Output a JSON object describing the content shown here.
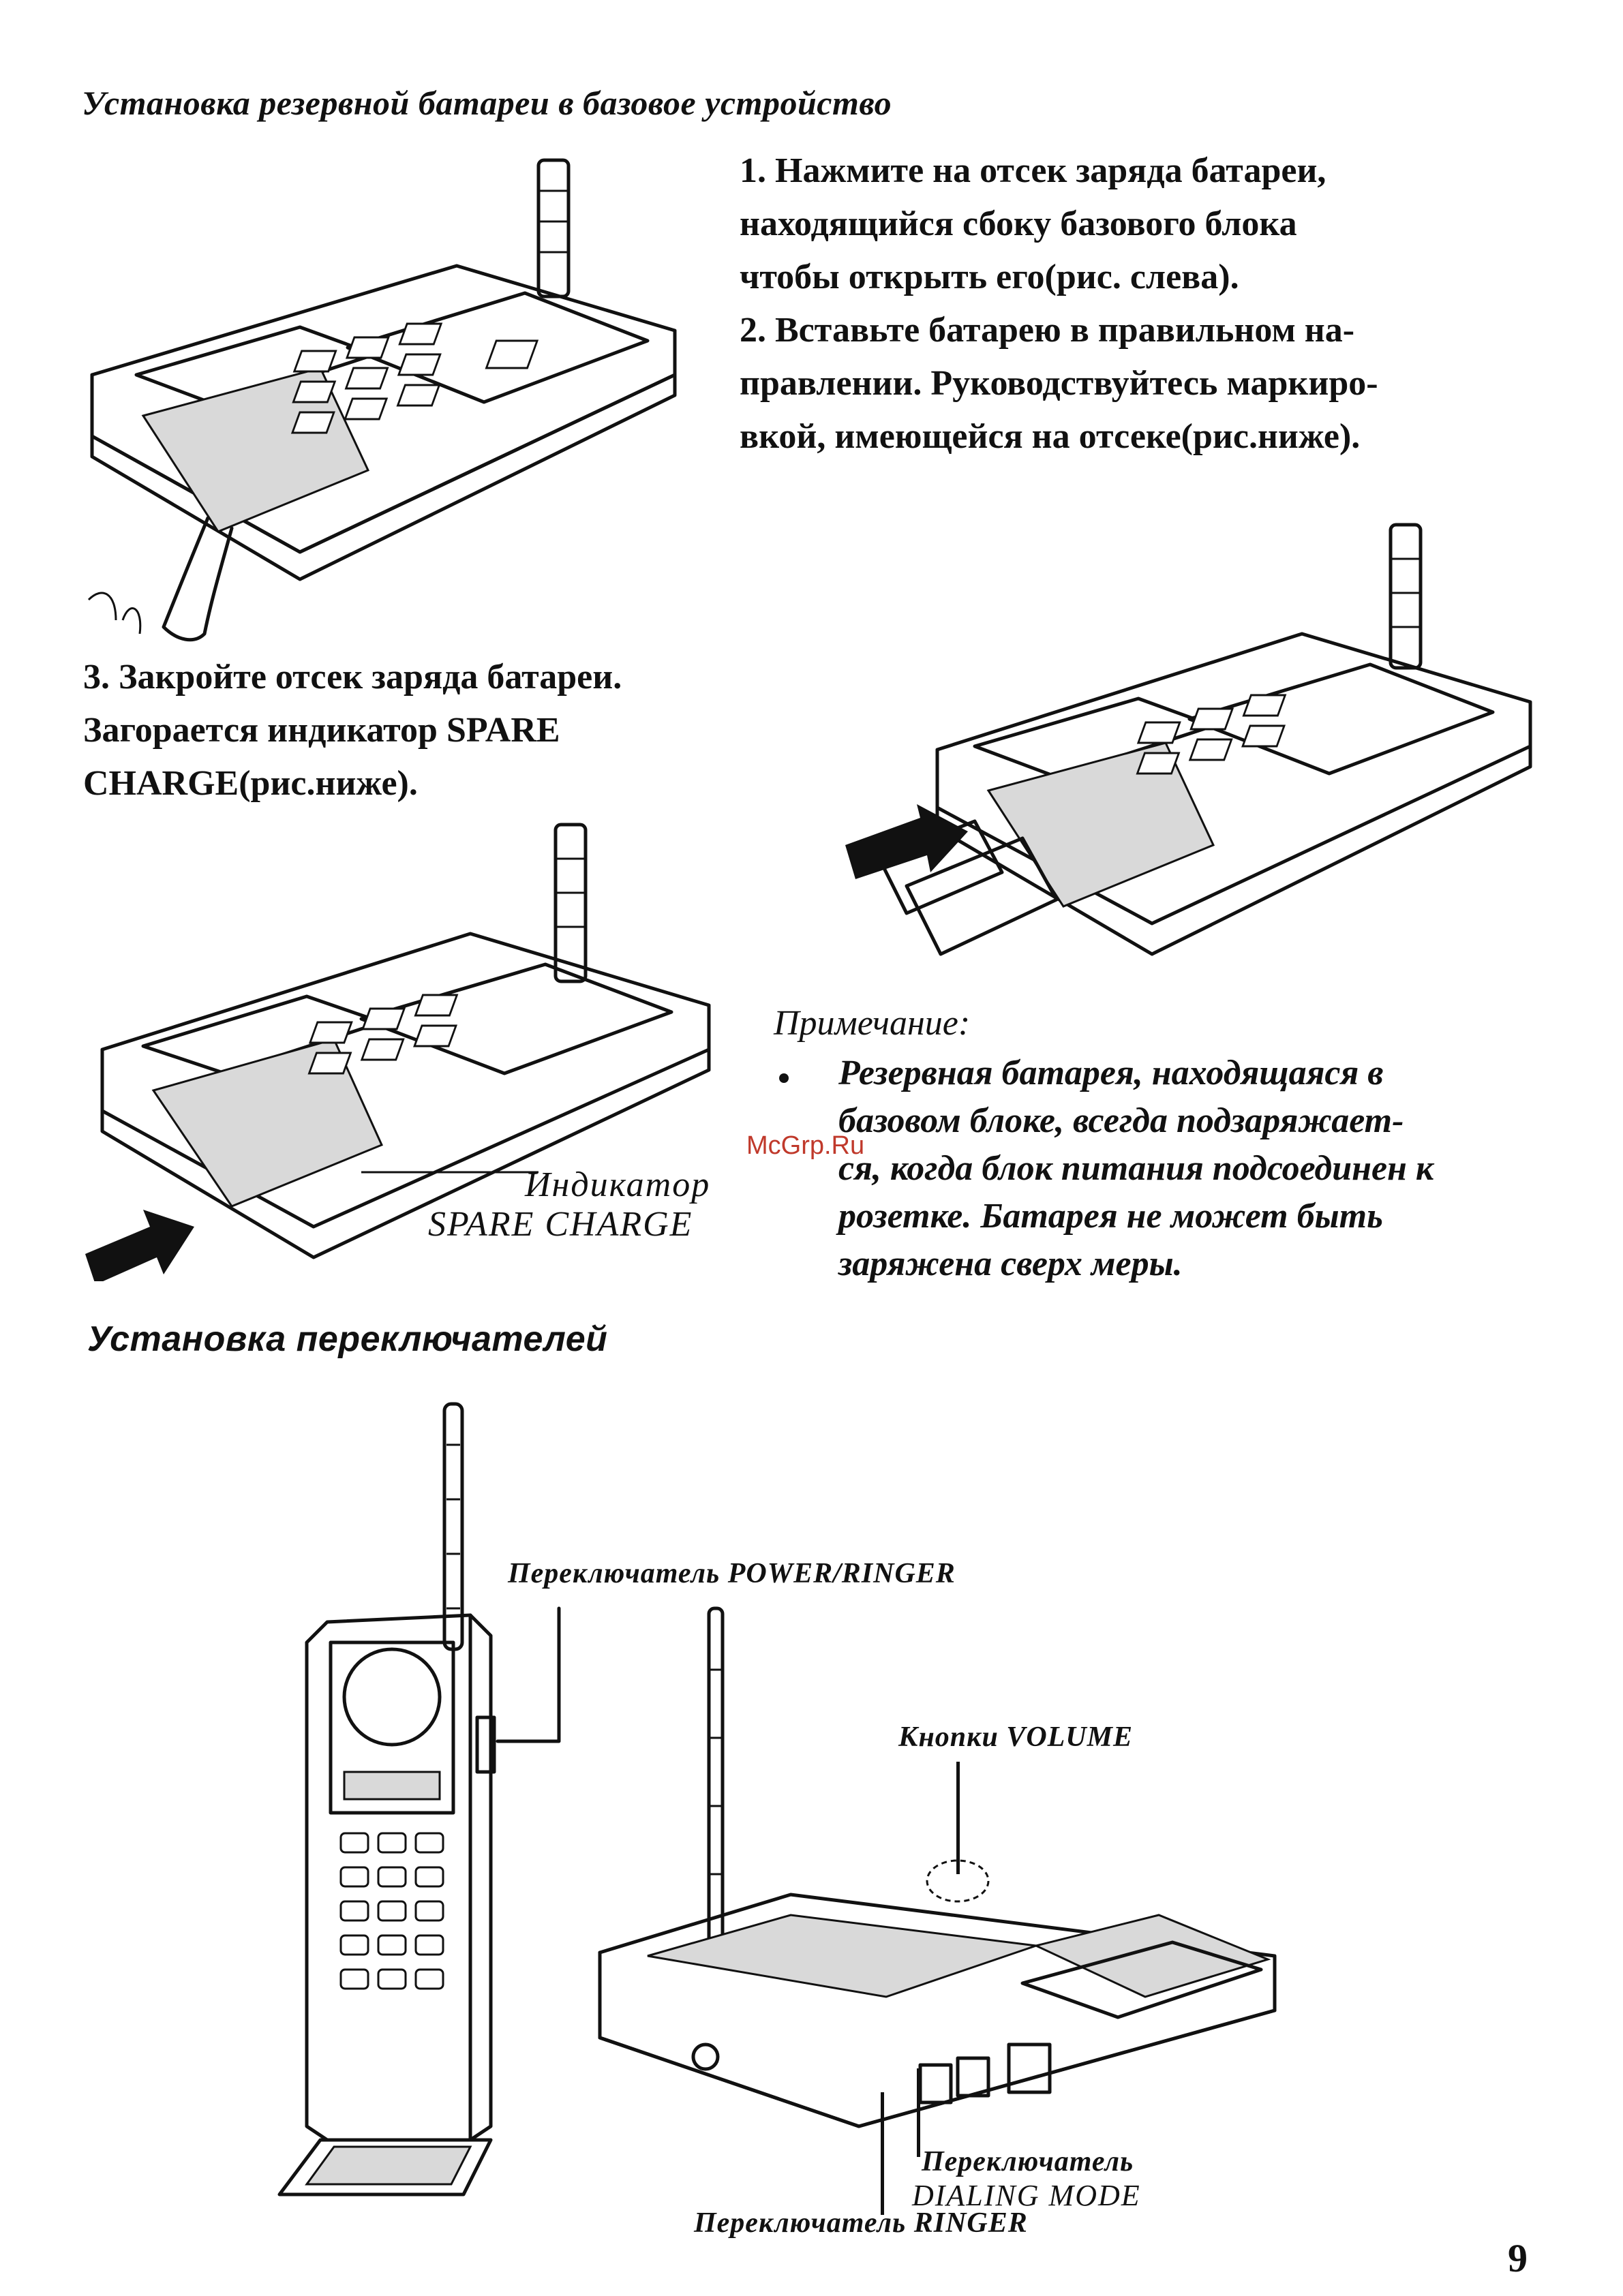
{
  "section1": {
    "title": "Установка резервной батареи в базовое устройство",
    "steps": [
      "1. Нажмите на отсек заряда батареи,",
      "находящийся сбоку базового блока",
      "чтобы открыть его(рис. слева).",
      "2. Вставьте батарею в правильном на-",
      "правлении. Руководствуйтесь маркиро-",
      "вкой, имеющейся на отсеке(рис.ниже)."
    ],
    "step3": [
      "3. Закройте отсек заряда батареи.",
      "Загорается индикатор SPARE",
      "CHARGE(рис.ниже)."
    ],
    "indicator_label": [
      "Индикатор",
      "SPARE CHARGE"
    ],
    "note_title": "Примечание:",
    "note_lines": [
      "Резервная батарея, находящаяся в",
      "базовом блоке, всегда подзаряжает-",
      "ся, когда блок питания подсоединен к",
      "розетке. Батарея не может быть",
      "заряжена сверх меры."
    ]
  },
  "watermark": "McGrp.Ru",
  "section2": {
    "title": "Установка переключателей",
    "callouts": {
      "power_ringer": "Переключатель POWER/RINGER",
      "volume": "Кнопки VOLUME",
      "dialing_mode": [
        "Переключатель",
        "DIALING MODE"
      ],
      "ringer": "Переключатель RINGER"
    }
  },
  "page_number": "9"
}
